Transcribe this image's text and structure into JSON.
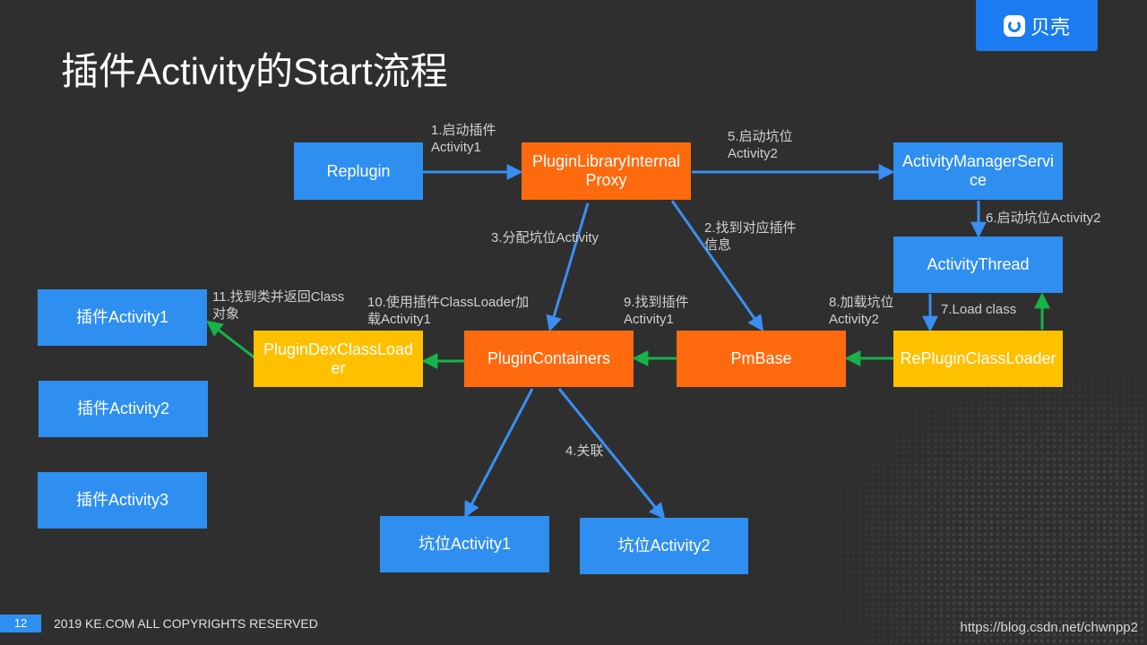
{
  "slide": {
    "title": "插件Activity的Start流程",
    "logo_text": "贝壳",
    "page_number": "12",
    "copyright": "2019 KE.COM ALL COPYRIGHTS RESERVED",
    "watermark": "https://blog.csdn.net/chwnpp2"
  },
  "colors": {
    "background": "#2f2f2f",
    "blue_node": "#2e8ff0",
    "orange_node": "#ff6a0e",
    "yellow_node": "#ffc000",
    "blue_arrow": "#3a8ff2",
    "green_arrow": "#17b24a"
  },
  "nodes": {
    "replugin": "Replugin",
    "proxy": "PluginLibraryInternalProxy",
    "ams": "ActivityManagerService",
    "thread": "ActivityThread",
    "rcl": "RePluginClassLoader",
    "pmbase": "PmBase",
    "containers": "PluginContainers",
    "dexloader": "PluginDexClassLoader",
    "plugin_act1": "插件Activity1",
    "plugin_act2": "插件Activity2",
    "plugin_act3": "插件Activity3",
    "pit1": "坑位Activity1",
    "pit2": "坑位Activity2"
  },
  "labels": {
    "step1": "1.启动插件\nActivity1",
    "step2": "2.找到对应插件\n信息",
    "step3": "3.分配坑位Activity",
    "step4": "4.关联",
    "step5": "5.启动坑位\nActivity2",
    "step6": "6.启动坑位Activity2",
    "step7": "7.Load class",
    "step8": "8.加载坑位\nActivity2",
    "step9": "9.找到插件\nActivity1",
    "step10": "10.使用插件ClassLoader加\n载Activity1",
    "step11": "11.找到类并返回Class\n对象"
  }
}
